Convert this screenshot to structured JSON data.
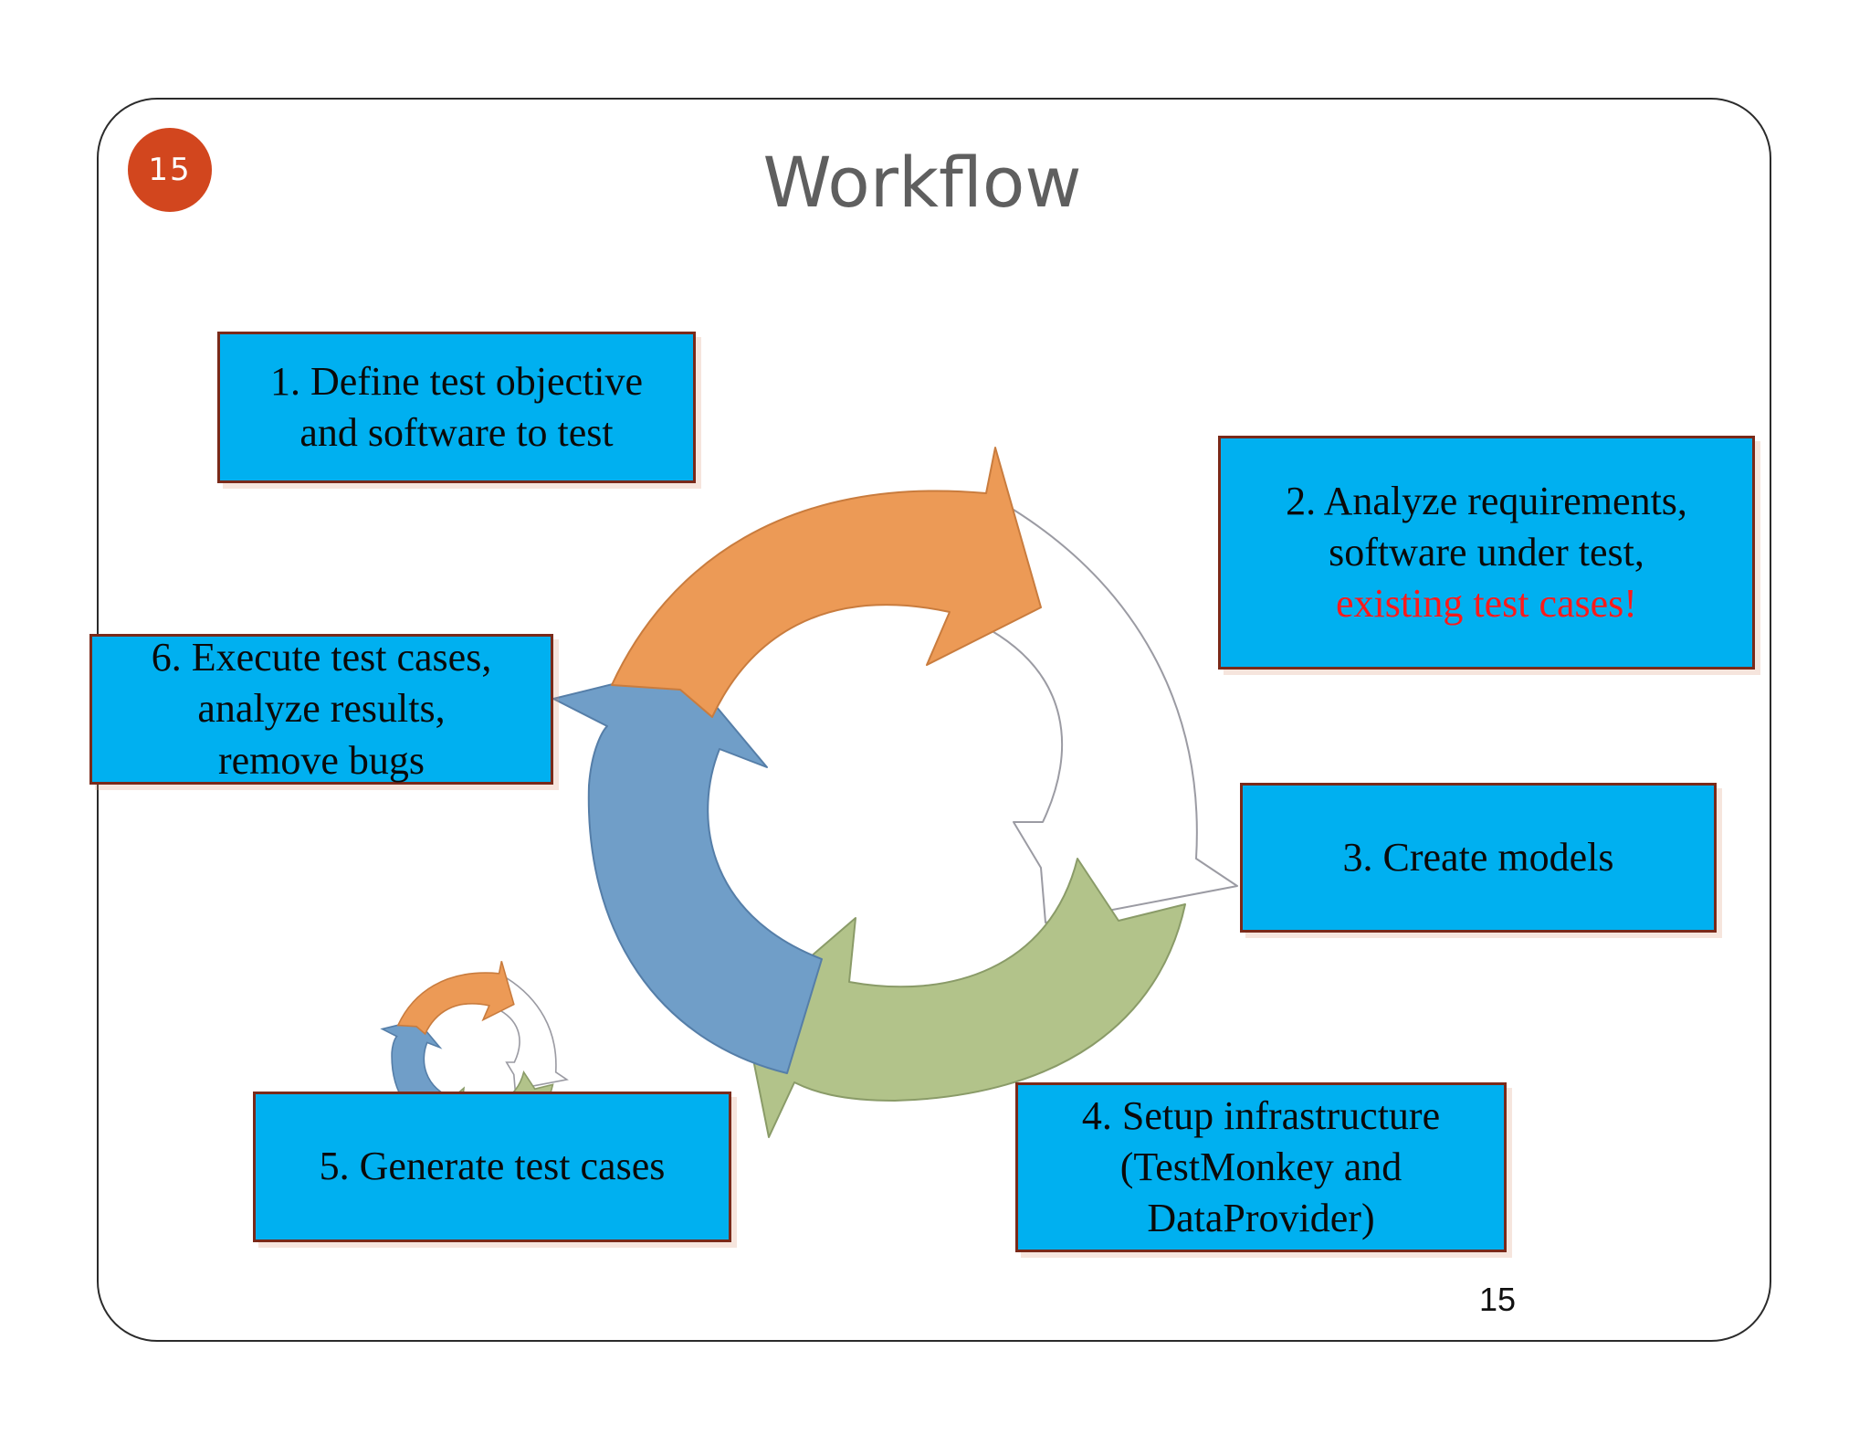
{
  "slide": {
    "badge": "15",
    "title": "Workflow",
    "page_number": "15"
  },
  "steps": [
    {
      "lines": [
        "1. Define test objective",
        "and software to test"
      ]
    },
    {
      "lines": [
        "2. Analyze requirements,",
        "software under test,"
      ],
      "highlight": "existing test cases!"
    },
    {
      "lines": [
        "3. Create models"
      ]
    },
    {
      "lines": [
        "4. Setup infrastructure",
        "(TestMonkey and",
        "DataProvider)"
      ]
    },
    {
      "lines": [
        "5. Generate test cases"
      ]
    },
    {
      "lines": [
        "6. Execute test cases,",
        "analyze results,",
        "remove bugs"
      ]
    }
  ],
  "colors": {
    "box_fill": "#00b0f0",
    "box_border": "#7a2a1a",
    "highlight_text": "#ff1a1a",
    "badge": "#d2461e",
    "arrow_orange": "#ec9a56",
    "arrow_white": "#ffffff",
    "arrow_green": "#b2c38a",
    "arrow_blue": "#709ec8"
  }
}
